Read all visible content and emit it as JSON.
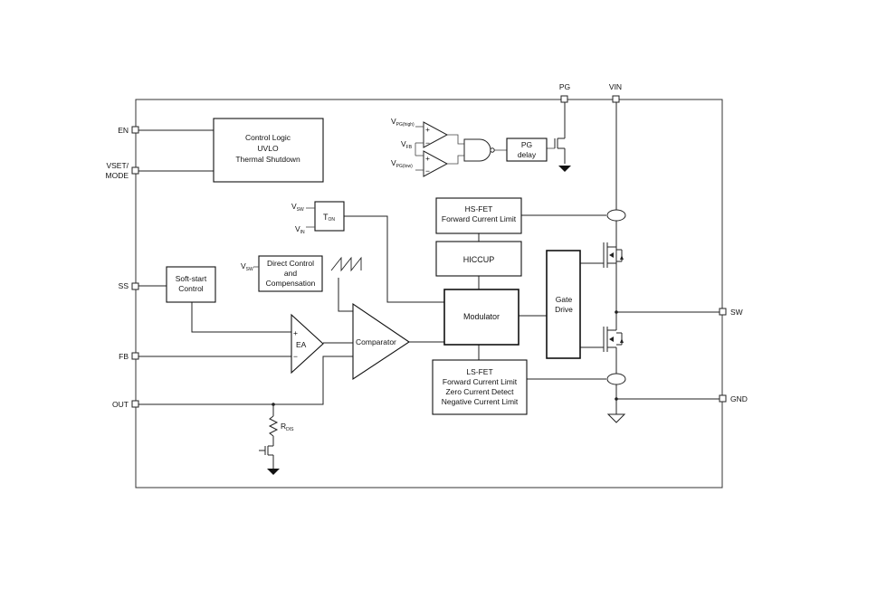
{
  "pins": {
    "en": "EN",
    "vset_line1": "VSET/",
    "vset_line2": "MODE",
    "ss": "SS",
    "fb": "FB",
    "out": "OUT",
    "pg": "PG",
    "vin": "VIN",
    "sw": "SW",
    "gnd": "GND"
  },
  "blocks": {
    "control_logic": [
      "Control Logic",
      "UVLO",
      "Thermal Shutdown"
    ],
    "pg_delay": [
      "PG",
      "delay"
    ],
    "hs_fet": [
      "HS-FET",
      "Forward Current Limit"
    ],
    "hiccup": "HICCUP",
    "ton": {
      "main": "T",
      "sub": "ON"
    },
    "direct_control": [
      "Direct Control",
      "and",
      "Compensation"
    ],
    "soft_start": [
      "Soft-start",
      "Control"
    ],
    "modulator": "Modulator",
    "gate_drive": [
      "Gate",
      "Drive"
    ],
    "ls_fet": [
      "LS-FET",
      "Forward Current Limit",
      "Zero Current Detect",
      "Negative Current Limit"
    ],
    "ea": "EA",
    "comparator": "Comparator"
  },
  "signals": {
    "vpg_high": {
      "main": "V",
      "sub": "PG(high)"
    },
    "vfb": {
      "main": "V",
      "sub": "FB"
    },
    "vpg_low": {
      "main": "V",
      "sub": "PG(low)"
    },
    "vsw_ton": {
      "main": "V",
      "sub": "SW"
    },
    "vin_ton": {
      "main": "V",
      "sub": "IN"
    },
    "vsw_dc": {
      "main": "V",
      "sub": "SW"
    },
    "rdis": {
      "main": "R",
      "sub": "DIS"
    },
    "plus": "+",
    "minus": "−"
  }
}
